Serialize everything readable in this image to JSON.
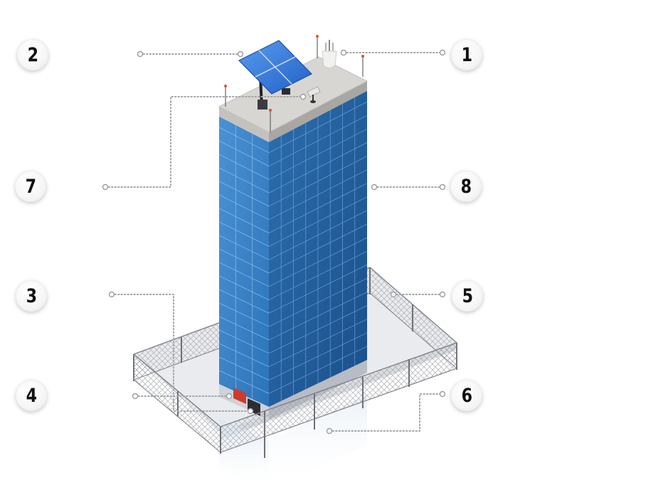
{
  "callouts": [
    {
      "id": "1",
      "label": "1"
    },
    {
      "id": "2",
      "label": "2"
    },
    {
      "id": "3",
      "label": "3"
    },
    {
      "id": "4",
      "label": "4"
    },
    {
      "id": "5",
      "label": "5"
    },
    {
      "id": "6",
      "label": "6"
    },
    {
      "id": "7",
      "label": "7"
    },
    {
      "id": "8",
      "label": "8"
    }
  ],
  "colors": {
    "glass_light": "#3f86c9",
    "glass_dark": "#1e5a99",
    "roof": "#d6d4d0",
    "ground": "#eceef2",
    "fence": "#8a8d92",
    "leader": "#9a9da2",
    "antenna_tip": "#d9532c",
    "solar_panel": "#2e6ed1"
  },
  "icons": [
    "solar-panel-icon",
    "antenna-icon",
    "fence-icon",
    "building-icon"
  ]
}
